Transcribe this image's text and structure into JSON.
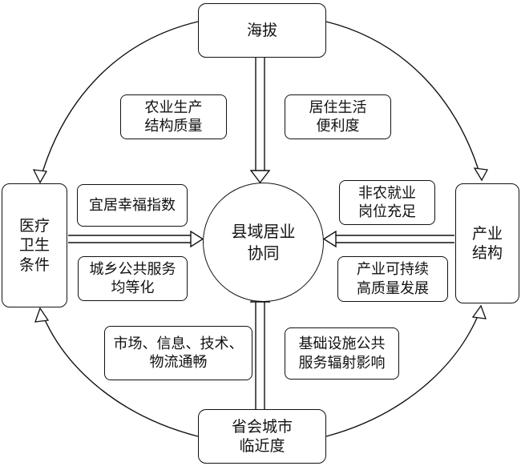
{
  "center": {
    "label": "县域居业\n协同"
  },
  "nodes": {
    "top": "海拔",
    "left": "医疗\n卫生\n条件",
    "right": "产业\n结构",
    "bottom": "省会城市\n临近度"
  },
  "factors": {
    "top_left": "农业生产\n结构质量",
    "top_right": "居住生活\n便利度",
    "left_upper": "宜居幸福指数",
    "left_lower": "城乡公共服务\n均等化",
    "right_upper": "非农就业\n岗位充足",
    "right_lower": "产业可持续\n高质量发展",
    "bottom_left": "市场、信息、技术、\n物流通畅",
    "bottom_right": "基础设施公共\n服务辐射影响"
  }
}
